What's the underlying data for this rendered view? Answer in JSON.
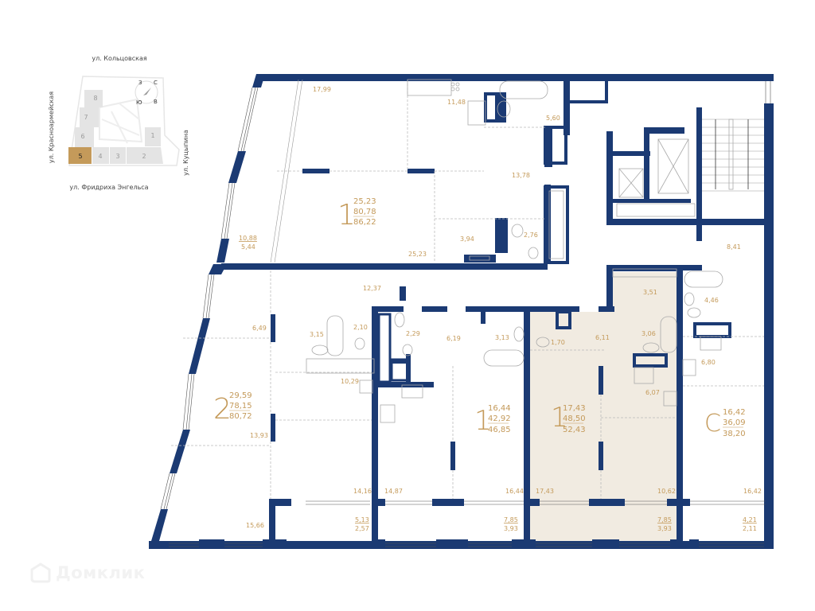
{
  "colors": {
    "wall": "#1b3a73",
    "label": "#c49a5a",
    "highlight": "#f1ebe1",
    "minimap_block": "#e4e4e4",
    "minimap_selected": "#c49a5a"
  },
  "minimap": {
    "streets": {
      "top": "ул. Кольцовская",
      "left": "ул. Красноармейская",
      "right": "ул. Куцыпина",
      "bottom": "ул. Фридриха Энгельса"
    },
    "compass": {
      "n": "С",
      "s": "Ю",
      "e": "В",
      "w": "З"
    },
    "blocks": [
      "1",
      "2",
      "3",
      "4",
      "5",
      "6",
      "7",
      "8"
    ],
    "selected_block": "5"
  },
  "apartments": [
    {
      "id": "apt-1-top",
      "rooms": "1",
      "living": "25,23",
      "total": "80,78",
      "total_with_balcony": "86,22",
      "room_areas": [
        "17,99",
        "11,48",
        "5,60",
        "13,78",
        "3,94",
        "2,76",
        "25,23"
      ],
      "balcony": {
        "area": "10,88",
        "reduced": "5,44"
      }
    },
    {
      "id": "apt-2",
      "rooms": "2",
      "living": "29,59",
      "total": "78,15",
      "total_with_balcony": "80,72",
      "room_areas": [
        "12,37",
        "6,49",
        "3,15",
        "2,10",
        "10,29",
        "13,93",
        "14,16",
        "15,66"
      ],
      "balcony": {
        "area": "5,13",
        "reduced": "2,57"
      }
    },
    {
      "id": "apt-1-mid",
      "rooms": "1",
      "living": "16,44",
      "total": "42,92",
      "total_with_balcony": "46,85",
      "room_areas": [
        "2,29",
        "6,19",
        "3,13",
        "14,87",
        "16,44"
      ],
      "balcony": {
        "area": "7,85",
        "reduced": "3,93"
      }
    },
    {
      "id": "apt-1-selected",
      "rooms": "1",
      "living": "17,43",
      "total": "48,50",
      "total_with_balcony": "52,43",
      "room_areas": [
        "3,51",
        "1,70",
        "6,11",
        "3,06",
        "6,07",
        "17,43",
        "10,62"
      ],
      "balcony": {
        "area": "7,85",
        "reduced": "3,93"
      }
    },
    {
      "id": "apt-studio",
      "rooms": "С",
      "living": "16,42",
      "total": "36,09",
      "total_with_balcony": "38,20",
      "room_areas": [
        "8,41",
        "4,46",
        "6,80",
        "16,42"
      ],
      "balcony": {
        "area": "4,21",
        "reduced": "2,11"
      }
    }
  ],
  "watermark": {
    "text": "Домклик"
  }
}
